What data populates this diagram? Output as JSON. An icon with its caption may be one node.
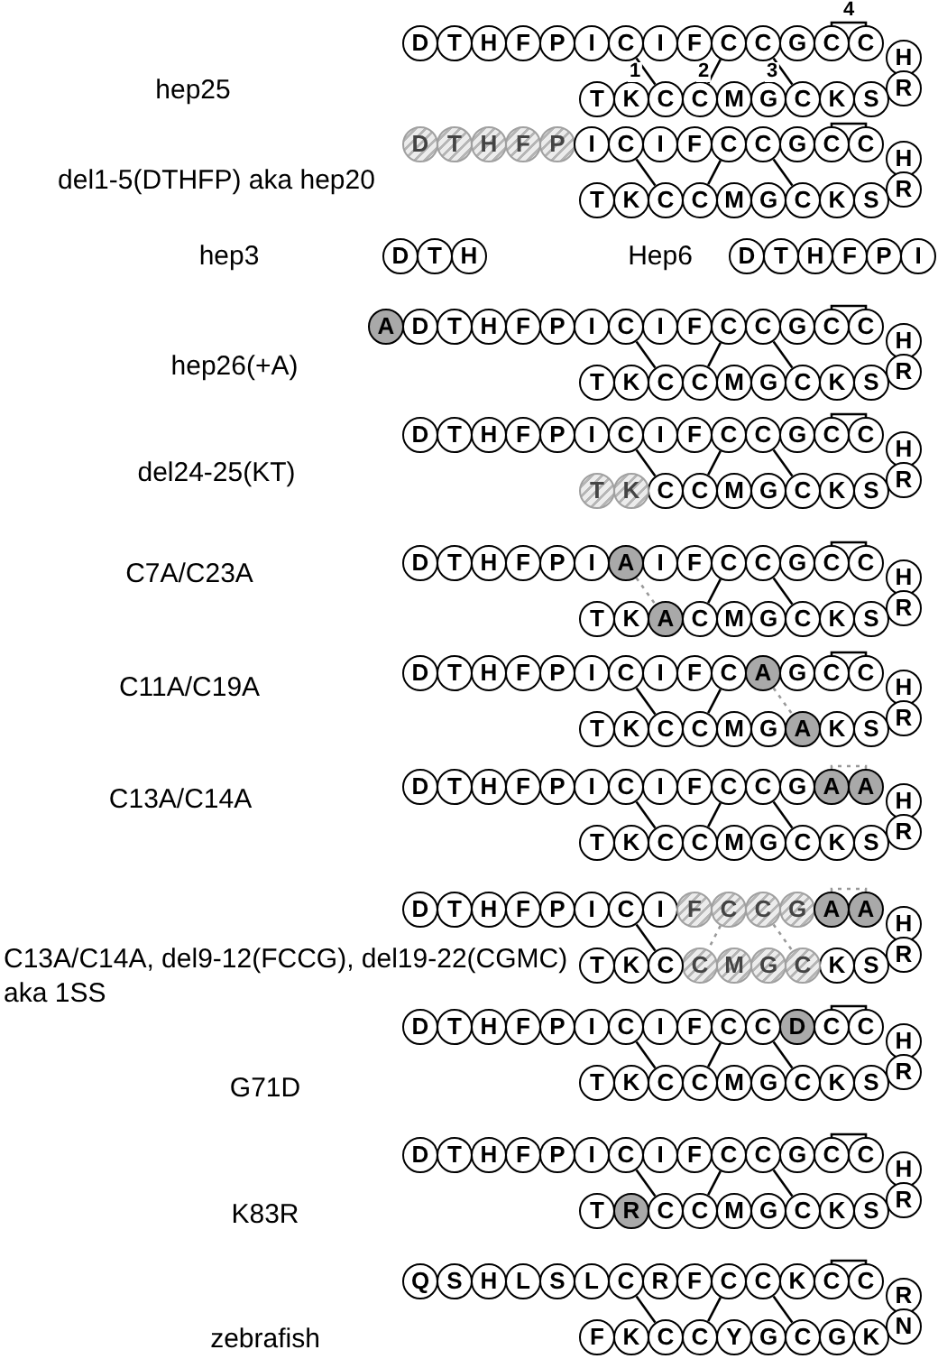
{
  "diagram": {
    "nodes": [
      {
        "text": [
          "D"
        ]
      },
      {
        "text": [
          "T"
        ]
      },
      {
        "text": [
          "H"
        ]
      },
      {
        "text": [
          "F"
        ]
      },
      {
        "text": [
          "P"
        ]
      },
      {
        "text": [
          "I"
        ]
      },
      {
        "text": [
          "C"
        ]
      },
      {
        "text": [
          "I"
        ]
      },
      {
        "text": [
          "F"
        ]
      },
      {
        "text": [
          "C"
        ]
      },
      {
        "text": [
          "C"
        ]
      },
      {
        "text": [
          "G"
        ]
      },
      {
        "text": [
          "C"
        ]
      },
      {
        "text": [
          "C"
        ]
      },
      {
        "text": [
          "H"
        ]
      },
      {
        "text": [
          "R"
        ]
      },
      {
        "text": [
          "S"
        ]
      },
      {
        "text": [
          "K"
        ]
      },
      {
        "text": [
          "C"
        ]
      },
      {
        "text": [
          "G"
        ]
      },
      {
        "text": [
          "M"
        ]
      },
      {
        "text": [
          "C"
        ]
      },
      {
        "text": [
          "C"
        ]
      },
      {
        "text": [
          "K"
        ]
      },
      {
        "text": [
          "T"
        ]
      },
      {
        "text": [
          "D"
        ]
      },
      {
        "text": [
          "T"
        ]
      },
      {
        "text": [
          "H"
        ]
      },
      {
        "text": [
          "F"
        ]
      },
      {
        "text": [
          "P"
        ]
      },
      {
        "text": [
          "I"
        ]
      },
      {
        "text": [
          "C"
        ]
      },
      {
        "text": [
          "I"
        ]
      },
      {
        "text": [
          "F"
        ]
      },
      {
        "text": [
          "C"
        ]
      },
      {
        "text": [
          "C"
        ]
      },
      {
        "text": [
          "G"
        ]
      },
      {
        "text": [
          "C"
        ]
      },
      {
        "text": [
          "C"
        ]
      },
      {
        "text": [
          "H"
        ]
      },
      {
        "text": [
          "R"
        ]
      },
      {
        "text": [
          "S"
        ]
      },
      {
        "text": [
          "K"
        ]
      },
      {
        "text": [
          "C"
        ]
      },
      {
        "text": [
          "G"
        ]
      },
      {
        "text": [
          "M"
        ]
      },
      {
        "text": [
          "C"
        ]
      },
      {
        "text": [
          "C"
        ]
      },
      {
        "text": [
          "K"
        ]
      },
      {
        "text": [
          "T"
        ]
      },
      {
        "text": [
          "D"
        ]
      },
      {
        "text": [
          "T"
        ]
      },
      {
        "text": [
          "H"
        ]
      },
      {
        "text": [
          "D"
        ]
      },
      {
        "text": [
          "T"
        ]
      },
      {
        "text": [
          "H"
        ]
      },
      {
        "text": [
          "F"
        ]
      },
      {
        "text": [
          "P"
        ]
      },
      {
        "text": [
          "I"
        ]
      },
      {
        "text": [
          "A"
        ]
      },
      {
        "text": [
          "D"
        ]
      },
      {
        "text": [
          "T"
        ]
      },
      {
        "text": [
          "H"
        ]
      },
      {
        "text": [
          "F"
        ]
      },
      {
        "text": [
          "P"
        ]
      },
      {
        "text": [
          "I"
        ]
      },
      {
        "text": [
          "C"
        ]
      },
      {
        "text": [
          "I"
        ]
      },
      {
        "text": [
          "F"
        ]
      },
      {
        "text": [
          "C"
        ]
      },
      {
        "text": [
          "C"
        ]
      },
      {
        "text": [
          "G"
        ]
      },
      {
        "text": [
          "C"
        ]
      },
      {
        "text": [
          "C"
        ]
      },
      {
        "text": [
          "H"
        ]
      },
      {
        "text": [
          "R"
        ]
      },
      {
        "text": [
          "S"
        ]
      },
      {
        "text": [
          "K"
        ]
      },
      {
        "text": [
          "C"
        ]
      },
      {
        "text": [
          "G"
        ]
      },
      {
        "text": [
          "M"
        ]
      },
      {
        "text": [
          "C"
        ]
      },
      {
        "text": [
          "C"
        ]
      },
      {
        "text": [
          "K"
        ]
      },
      {
        "text": [
          "T"
        ]
      },
      {
        "text": [
          "D"
        ]
      },
      {
        "text": [
          "T"
        ]
      },
      {
        "text": [
          "H"
        ]
      },
      {
        "text": [
          "F"
        ]
      },
      {
        "text": [
          "P"
        ]
      },
      {
        "text": [
          "I"
        ]
      },
      {
        "text": [
          "C"
        ]
      },
      {
        "text": [
          "I"
        ]
      },
      {
        "text": [
          "F"
        ]
      },
      {
        "text": [
          "C"
        ]
      },
      {
        "text": [
          "C"
        ]
      },
      {
        "text": [
          "G"
        ]
      },
      {
        "text": [
          "C"
        ]
      },
      {
        "text": [
          "C"
        ]
      },
      {
        "text": [
          "H"
        ]
      },
      {
        "text": [
          "R"
        ]
      },
      {
        "text": [
          "S"
        ]
      },
      {
        "text": [
          "K"
        ]
      },
      {
        "text": [
          "C"
        ]
      },
      {
        "text": [
          "G"
        ]
      },
      {
        "text": [
          "M"
        ]
      },
      {
        "text": [
          "C"
        ]
      },
      {
        "text": [
          "C"
        ]
      },
      {
        "text": [
          "K"
        ]
      },
      {
        "text": [
          "T"
        ]
      },
      {
        "text": [
          "D"
        ]
      },
      {
        "text": [
          "T"
        ]
      },
      {
        "text": [
          "H"
        ]
      },
      {
        "text": [
          "F"
        ]
      },
      {
        "text": [
          "P"
        ]
      },
      {
        "text": [
          "I"
        ]
      },
      {
        "text": [
          "A"
        ]
      },
      {
        "text": [
          "I"
        ]
      },
      {
        "text": [
          "F"
        ]
      },
      {
        "text": [
          "C"
        ]
      },
      {
        "text": [
          "C"
        ]
      },
      {
        "text": [
          "G"
        ]
      },
      {
        "text": [
          "C"
        ]
      },
      {
        "text": [
          "C"
        ]
      },
      {
        "text": [
          "H"
        ]
      },
      {
        "text": [
          "R"
        ]
      },
      {
        "text": [
          "S"
        ]
      },
      {
        "text": [
          "K"
        ]
      },
      {
        "text": [
          "C"
        ]
      },
      {
        "text": [
          "G"
        ]
      },
      {
        "text": [
          "M"
        ]
      },
      {
        "text": [
          "C"
        ]
      },
      {
        "text": [
          "A"
        ]
      },
      {
        "text": [
          "K"
        ]
      },
      {
        "text": [
          "T"
        ]
      },
      {
        "text": [
          "D"
        ]
      },
      {
        "text": [
          "T"
        ]
      },
      {
        "text": [
          "H"
        ]
      },
      {
        "text": [
          "F"
        ]
      },
      {
        "text": [
          "P"
        ]
      },
      {
        "text": [
          "I"
        ]
      },
      {
        "text": [
          "C"
        ]
      },
      {
        "text": [
          "I"
        ]
      },
      {
        "text": [
          "F"
        ]
      },
      {
        "text": [
          "C"
        ]
      },
      {
        "text": [
          "A"
        ]
      },
      {
        "text": [
          "G"
        ]
      },
      {
        "text": [
          "C"
        ]
      },
      {
        "text": [
          "C"
        ]
      },
      {
        "text": [
          "H"
        ]
      },
      {
        "text": [
          "R"
        ]
      },
      {
        "text": [
          "S"
        ]
      },
      {
        "text": [
          "K"
        ]
      },
      {
        "text": [
          "A"
        ]
      },
      {
        "text": [
          "G"
        ]
      },
      {
        "text": [
          "M"
        ]
      },
      {
        "text": [
          "C"
        ]
      },
      {
        "text": [
          "C"
        ]
      },
      {
        "text": [
          "K"
        ]
      },
      {
        "text": [
          "T"
        ]
      },
      {
        "text": [
          "D"
        ]
      },
      {
        "text": [
          "T"
        ]
      },
      {
        "text": [
          "H"
        ]
      },
      {
        "text": [
          "F"
        ]
      },
      {
        "text": [
          "P"
        ]
      },
      {
        "text": [
          "I"
        ]
      },
      {
        "text": [
          "C"
        ]
      },
      {
        "text": [
          "I"
        ]
      },
      {
        "text": [
          "F"
        ]
      },
      {
        "text": [
          "C"
        ]
      },
      {
        "text": [
          "C"
        ]
      },
      {
        "text": [
          "G"
        ]
      },
      {
        "text": [
          "A"
        ]
      },
      {
        "text": [
          "A"
        ]
      },
      {
        "text": [
          "H"
        ]
      },
      {
        "text": [
          "R"
        ]
      },
      {
        "text": [
          "S"
        ]
      },
      {
        "text": [
          "K"
        ]
      },
      {
        "text": [
          "C"
        ]
      },
      {
        "text": [
          "G"
        ]
      },
      {
        "text": [
          "M"
        ]
      },
      {
        "text": [
          "C"
        ]
      },
      {
        "text": [
          "C"
        ]
      },
      {
        "text": [
          "K"
        ]
      },
      {
        "text": [
          "T"
        ]
      },
      {
        "text": [
          "D"
        ]
      },
      {
        "text": [
          "T"
        ]
      },
      {
        "text": [
          "H"
        ]
      },
      {
        "text": [
          "F"
        ]
      },
      {
        "text": [
          "P"
        ]
      },
      {
        "text": [
          "I"
        ]
      },
      {
        "text": [
          "C"
        ]
      },
      {
        "text": [
          "I"
        ]
      },
      {
        "text": [
          "F"
        ]
      },
      {
        "text": [
          "C"
        ]
      },
      {
        "text": [
          "C"
        ]
      },
      {
        "text": [
          "G"
        ]
      },
      {
        "text": [
          "A"
        ]
      },
      {
        "text": [
          "A"
        ]
      },
      {
        "text": [
          "H"
        ]
      },
      {
        "text": [
          "R"
        ]
      },
      {
        "text": [
          "S"
        ]
      },
      {
        "text": [
          "K"
        ]
      },
      {
        "text": [
          "C"
        ]
      },
      {
        "text": [
          "G"
        ]
      },
      {
        "text": [
          "M"
        ]
      },
      {
        "text": [
          "C"
        ]
      },
      {
        "text": [
          "C"
        ]
      },
      {
        "text": [
          "K"
        ]
      },
      {
        "text": [
          "T"
        ]
      },
      {
        "text": [
          "D"
        ]
      },
      {
        "text": [
          "T"
        ]
      },
      {
        "text": [
          "H"
        ]
      },
      {
        "text": [
          "F"
        ]
      },
      {
        "text": [
          "P"
        ]
      },
      {
        "text": [
          "I"
        ]
      },
      {
        "text": [
          "C"
        ]
      },
      {
        "text": [
          "I"
        ]
      },
      {
        "text": [
          "F"
        ]
      },
      {
        "text": [
          "C"
        ]
      },
      {
        "text": [
          "C"
        ]
      },
      {
        "text": [
          "D"
        ]
      },
      {
        "text": [
          "C"
        ]
      },
      {
        "text": [
          "C"
        ]
      },
      {
        "text": [
          "H"
        ]
      },
      {
        "text": [
          "R"
        ]
      },
      {
        "text": [
          "S"
        ]
      },
      {
        "text": [
          "K"
        ]
      },
      {
        "text": [
          "C"
        ]
      },
      {
        "text": [
          "G"
        ]
      },
      {
        "text": [
          "M"
        ]
      },
      {
        "text": [
          "C"
        ]
      },
      {
        "text": [
          "C"
        ]
      },
      {
        "text": [
          "K"
        ]
      },
      {
        "text": [
          "T"
        ]
      },
      {
        "text": [
          "D"
        ]
      },
      {
        "text": [
          "T"
        ]
      },
      {
        "text": [
          "H"
        ]
      },
      {
        "text": [
          "F"
        ]
      },
      {
        "text": [
          "P"
        ]
      },
      {
        "text": [
          "I"
        ]
      },
      {
        "text": [
          "C"
        ]
      },
      {
        "text": [
          "I"
        ]
      },
      {
        "text": [
          "F"
        ]
      },
      {
        "text": [
          "C"
        ]
      },
      {
        "text": [
          "C"
        ]
      },
      {
        "text": [
          "G"
        ]
      },
      {
        "text": [
          "C"
        ]
      },
      {
        "text": [
          "C"
        ]
      },
      {
        "text": [
          "H"
        ]
      },
      {
        "text": [
          "R"
        ]
      },
      {
        "text": [
          "S"
        ]
      },
      {
        "text": [
          "K"
        ]
      },
      {
        "text": [
          "C"
        ]
      },
      {
        "text": [
          "G"
        ]
      },
      {
        "text": [
          "M"
        ]
      },
      {
        "text": [
          "C"
        ]
      },
      {
        "text": [
          "C"
        ]
      },
      {
        "text": [
          "R"
        ]
      },
      {
        "text": [
          "T"
        ]
      },
      {
        "text": [
          "Q"
        ]
      },
      {
        "text": [
          "S"
        ]
      },
      {
        "text": [
          "H"
        ]
      },
      {
        "text": [
          "L"
        ]
      },
      {
        "text": [
          "S"
        ]
      },
      {
        "text": [
          "L"
        ]
      },
      {
        "text": [
          "C"
        ]
      },
      {
        "text": [
          "R"
        ]
      },
      {
        "text": [
          "F"
        ]
      },
      {
        "text": [
          "C"
        ]
      },
      {
        "text": [
          "C"
        ]
      },
      {
        "text": [
          "K"
        ]
      },
      {
        "text": [
          "C"
        ]
      },
      {
        "text": [
          "C"
        ]
      },
      {
        "text": [
          "R"
        ]
      },
      {
        "text": [
          "N"
        ]
      },
      {
        "text": [
          "K"
        ]
      },
      {
        "text": [
          "G"
        ]
      },
      {
        "text": [
          "C"
        ]
      },
      {
        "text": [
          "G"
        ]
      },
      {
        "text": [
          "Y"
        ]
      },
      {
        "text": [
          "C"
        ]
      },
      {
        "text": [
          "C"
        ]
      },
      {
        "text": [
          "K"
        ]
      },
      {
        "text": [
          "F"
        ]
      }
    ],
    "edges": [
      {
        "from": 6,
        "to": 22,
        "arrow": "none",
        "label": "1"
      },
      {
        "from": 9,
        "to": 21,
        "arrow": "none",
        "label": "2"
      },
      {
        "from": 10,
        "to": 18,
        "arrow": "none",
        "label": "3"
      },
      {
        "from": 12,
        "to": 13,
        "arrow": "none",
        "label": "4"
      },
      {
        "from": 31,
        "to": 47,
        "arrow": "none"
      },
      {
        "from": 34,
        "to": 46,
        "arrow": "none"
      },
      {
        "from": 35,
        "to": 43,
        "arrow": "none"
      },
      {
        "from": 37,
        "to": 38,
        "arrow": "none"
      },
      {
        "from": 66,
        "to": 82,
        "arrow": "none"
      },
      {
        "from": 69,
        "to": 81,
        "arrow": "none"
      },
      {
        "from": 70,
        "to": 78,
        "arrow": "none"
      },
      {
        "from": 72,
        "to": 73,
        "arrow": "none"
      },
      {
        "from": 91,
        "to": 107,
        "arrow": "none"
      },
      {
        "from": 94,
        "to": 106,
        "arrow": "none"
      },
      {
        "from": 95,
        "to": 103,
        "arrow": "none"
      },
      {
        "from": 97,
        "to": 98,
        "arrow": "none"
      },
      {
        "from": 116,
        "to": 132,
        "arrow": "none",
        "style": "dashed",
        "color": "#999999"
      },
      {
        "from": 119,
        "to": 131,
        "arrow": "none"
      },
      {
        "from": 120,
        "to": 128,
        "arrow": "none"
      },
      {
        "from": 122,
        "to": 123,
        "arrow": "none"
      },
      {
        "from": 141,
        "to": 157,
        "arrow": "none"
      },
      {
        "from": 144,
        "to": 156,
        "arrow": "none"
      },
      {
        "from": 145,
        "to": 153,
        "arrow": "none",
        "style": "dashed",
        "color": "#999999"
      },
      {
        "from": 147,
        "to": 148,
        "arrow": "none"
      },
      {
        "from": 166,
        "to": 182,
        "arrow": "none"
      },
      {
        "from": 169,
        "to": 181,
        "arrow": "none"
      },
      {
        "from": 170,
        "to": 178,
        "arrow": "none"
      },
      {
        "from": 172,
        "to": 173,
        "arrow": "none",
        "style": "dashed",
        "color": "#999999"
      },
      {
        "from": 191,
        "to": 207,
        "arrow": "none"
      },
      {
        "from": 194,
        "to": 206,
        "arrow": "none",
        "style": "dashed",
        "color": "#999999"
      },
      {
        "from": 195,
        "to": 203,
        "arrow": "none",
        "style": "dashed",
        "color": "#999999"
      },
      {
        "from": 197,
        "to": 198,
        "arrow": "none",
        "style": "dashed",
        "color": "#999999"
      },
      {
        "from": 216,
        "to": 232,
        "arrow": "none"
      },
      {
        "from": 219,
        "to": 231,
        "arrow": "none"
      },
      {
        "from": 220,
        "to": 228,
        "arrow": "none"
      },
      {
        "from": 222,
        "to": 223,
        "arrow": "none"
      },
      {
        "from": 241,
        "to": 257,
        "arrow": "none"
      },
      {
        "from": 244,
        "to": 256,
        "arrow": "none"
      },
      {
        "from": 245,
        "to": 253,
        "arrow": "none"
      },
      {
        "from": 247,
        "to": 248,
        "arrow": "none"
      },
      {
        "from": 266,
        "to": 282,
        "arrow": "none"
      },
      {
        "from": 269,
        "to": 281,
        "arrow": "none"
      },
      {
        "from": 270,
        "to": 278,
        "arrow": "none"
      },
      {
        "from": 272,
        "to": 273,
        "arrow": "none"
      }
    ],
    "labels": [
      "hep25",
      "del1-5(DTHFP) aka hep20",
      "hep3",
      "Hep6",
      "hep26(+A)",
      "del24-25(KT)",
      "C7A/C23A",
      "C11A/C19A",
      "C13A/C14A",
      "C13A/C14A, del9-12(FCCG), del19-22(CGMC) aka 1SS",
      "G71D",
      "K83R",
      "zebrafish"
    ]
  }
}
